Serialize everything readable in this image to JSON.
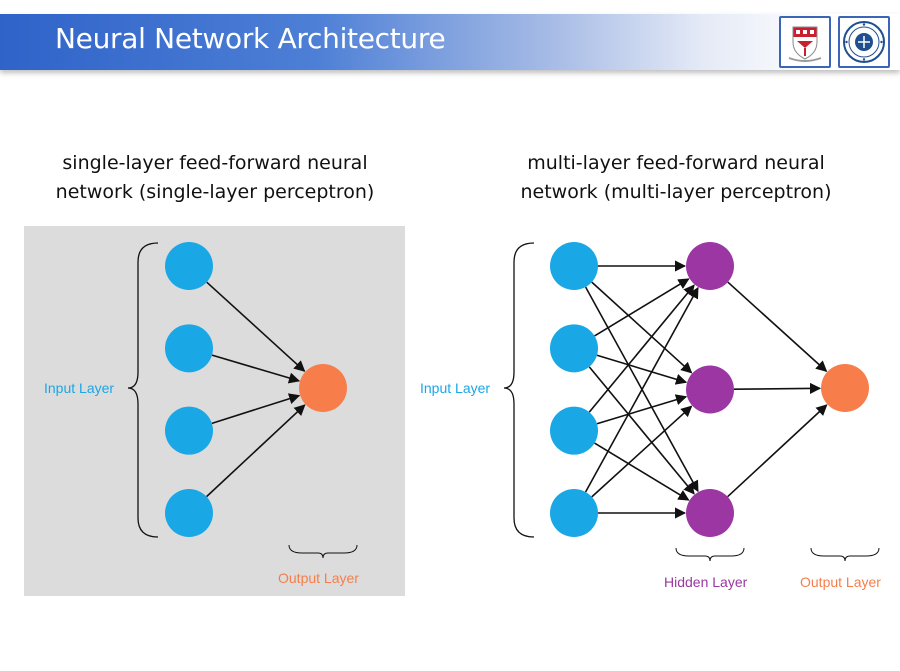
{
  "header": {
    "title": "Neural Network Architecture"
  },
  "logos": [
    "university-crest-logo",
    "university-seal-logo"
  ],
  "colors": {
    "input_node": "#1aa7e6",
    "hidden_node": "#9b36a3",
    "output_node": "#f77e4a",
    "input_label": "#1aa7e6",
    "hidden_label": "#9b36a3",
    "output_label": "#f77e4a",
    "left_panel_bg": "#dcdcdc"
  },
  "left_diagram": {
    "caption": [
      "single-layer feed-forward neural",
      "network (single-layer perceptron)"
    ],
    "input_label": "Input Layer",
    "output_label": "Output Layer",
    "input_nodes": 4,
    "output_nodes": 1
  },
  "right_diagram": {
    "caption": [
      "multi-layer feed-forward neural",
      "network (multi-layer perceptron)"
    ],
    "input_label": "Input Layer",
    "hidden_label": "Hidden Layer",
    "output_label": "Output Layer",
    "input_nodes": 4,
    "hidden_nodes": 3,
    "output_nodes": 1
  }
}
